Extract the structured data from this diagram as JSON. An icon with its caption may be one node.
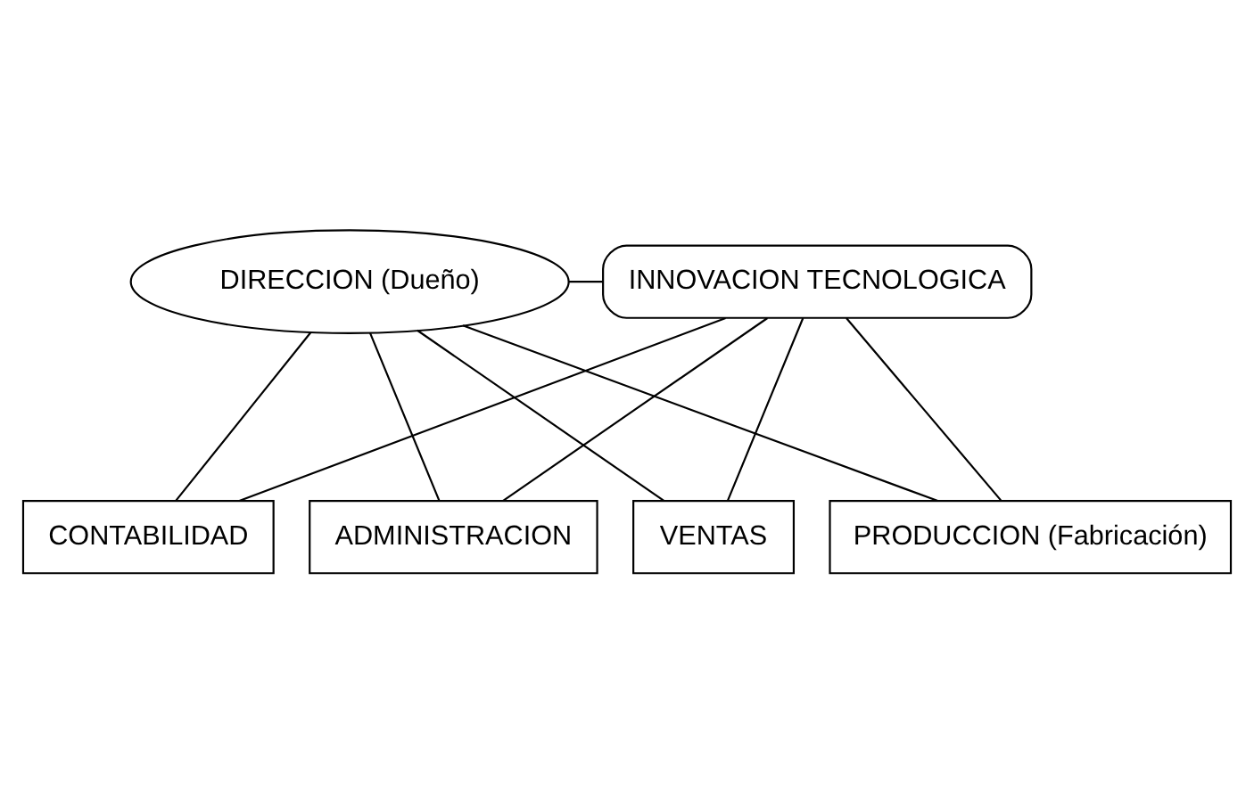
{
  "diagram": {
    "nodes": [
      {
        "text": [
          "DIRECCION (Dueño)"
        ]
      },
      {
        "text": [
          "INNOVACION TECNOLOGICA"
        ]
      },
      {
        "text": [
          "VENTAS"
        ]
      },
      {
        "text": [
          "PRODUCCION (Fabricación)"
        ]
      },
      {
        "text": [
          "CONTABILIDAD"
        ]
      },
      {
        "text": [
          "ADMINISTRACION"
        ]
      }
    ],
    "edges": [
      {
        "from": 0,
        "to": 2,
        "arrow": "none"
      },
      {
        "from": 0,
        "to": 3,
        "arrow": "none"
      },
      {
        "from": 0,
        "to": 4,
        "arrow": "none"
      },
      {
        "from": 0,
        "to": 5,
        "arrow": "none"
      },
      {
        "from": 1,
        "to": 0,
        "arrow": "none"
      },
      {
        "from": 1,
        "to": 2,
        "arrow": "none"
      },
      {
        "from": 1,
        "to": 3,
        "arrow": "none"
      },
      {
        "from": 1,
        "to": 4,
        "arrow": "none"
      },
      {
        "from": 1,
        "to": 5,
        "arrow": "none"
      }
    ]
  }
}
